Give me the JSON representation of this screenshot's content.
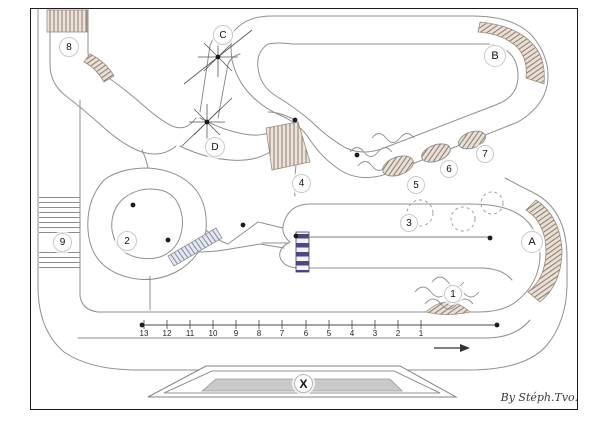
{
  "drawing": {
    "signature": "By Stéph.Tvo."
  },
  "markers": {
    "m8": {
      "label": "8"
    },
    "mC": {
      "label": "C"
    },
    "mB": {
      "label": "B"
    },
    "mD": {
      "label": "D"
    },
    "m4": {
      "label": "4"
    },
    "m5": {
      "label": "5"
    },
    "m6": {
      "label": "6"
    },
    "m7": {
      "label": "7"
    },
    "m3": {
      "label": "3"
    },
    "mA": {
      "label": "A"
    },
    "m2": {
      "label": "2"
    },
    "m9": {
      "label": "9"
    },
    "m1": {
      "label": "1"
    },
    "mX": {
      "label": "X"
    }
  },
  "scale": {
    "ticks": [
      "13",
      "12",
      "11",
      "10",
      "9",
      "8",
      "7",
      "6",
      "5",
      "4",
      "3",
      "2",
      "1"
    ]
  },
  "arrow": {
    "direction": "right"
  },
  "colors": {
    "pencil": "#8f8f8f",
    "frame": "#1a1a1a",
    "hatch_base": "#e8e0d6",
    "hatch_line": "#8d7b6c",
    "stripe_dark": "#4d4880",
    "pit_band": "#c9c9c9"
  }
}
